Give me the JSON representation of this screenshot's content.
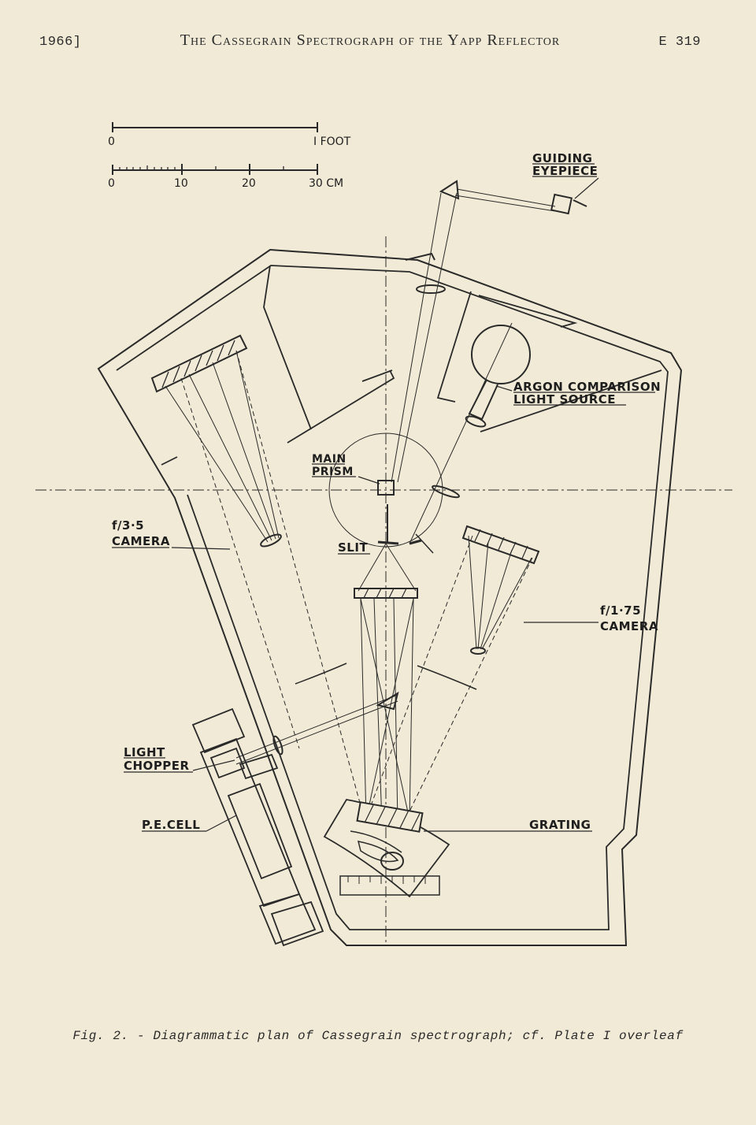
{
  "header": {
    "left": "1966]",
    "title": "The Cassegrain Spectrograph of the Yapp Reflector",
    "right": "E 319"
  },
  "scale": {
    "foot_start": "0",
    "foot_end": "I FOOT",
    "cm_ticks": [
      "0",
      "10",
      "20",
      "30 CM"
    ]
  },
  "labels": {
    "guiding": [
      "GUIDING",
      "EYEPIECE"
    ],
    "argon": [
      "ARGON COMPARISON",
      "LIGHT SOURCE"
    ],
    "main_prism": [
      "MAIN",
      "PRISM"
    ],
    "slit": "SLIT",
    "camera35": [
      "f/3·5",
      "CAMERA"
    ],
    "camera175": [
      "f/1·75",
      "CAMERA"
    ],
    "light_chopper": [
      "LIGHT",
      "CHOPPER"
    ],
    "pe_cell": "P.E.CELL",
    "grating": "GRATING"
  },
  "caption": "Fig. 2. - Diagrammatic plan of Cassegrain spectrograph; cf. Plate I overleaf"
}
